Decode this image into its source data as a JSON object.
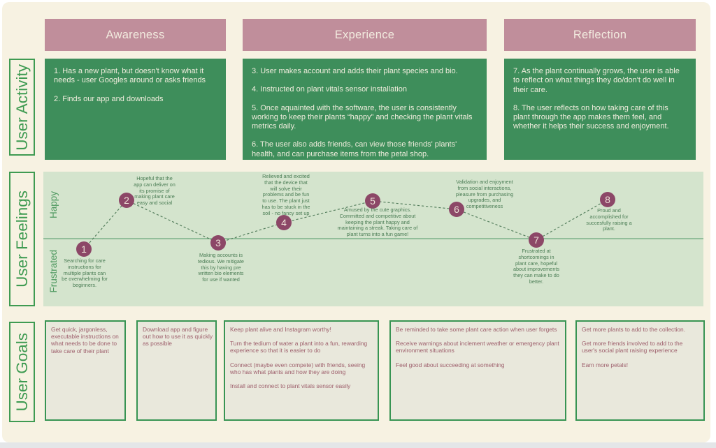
{
  "phases": {
    "awareness": "Awareness",
    "experience": "Experience",
    "reflection": "Reflection"
  },
  "row_labels": {
    "activity": "User Activity",
    "feelings": "User Feelings",
    "goals": "User Goals"
  },
  "activity": {
    "awareness": [
      "1. Has a new plant, but doesn't know what it needs - user Googles around or asks friends",
      "2. Finds our app and downloads"
    ],
    "experience": [
      "3. User makes account and adds their plant species and bio.",
      "4. Instructed on plant vitals sensor installation",
      "5. Once aquainted with the software, the user is consistently working to keep their plants “happy” and checking the plant vitals metrics daily.",
      "6. The user also adds friends, can view those friends' plants' health, and can purchase items from the petal shop."
    ],
    "reflection": [
      "7. As the plant continually grows, the user is able to reflect on what things they do/don't do well in their care.",
      "8. The user reflects on how taking care of this plant through the app makes them feel, and whether it helps their success and enjoyment."
    ]
  },
  "feelings": {
    "happy_label": "Happy",
    "frustrated_label": "Frustrated",
    "points": [
      {
        "num": "1",
        "note": "Searching for care\ninstructions for\nmultiple plants can\nbe overwhelming for\nbeginners."
      },
      {
        "num": "2",
        "note": "Hopeful that the\napp can deliver on\nits promise of\nmaking plant care\neasy and social"
      },
      {
        "num": "3",
        "note": "Making accounts is\ntedious. We mitigate\nthis by having pre\nwritten bio elements\nfor use if wanted"
      },
      {
        "num": "4",
        "note": "Relieved and excited\nthat the device that\nwill solve their\nproblems and be fun\nto use. The plant just\nhas to be stuck in the\nsoil - no fancy set up"
      },
      {
        "num": "5",
        "note": "Amused by the cute graphics.\nCommitted and competitive about\nkeeping the plant happy and\nmaintaining a streak. Taking care of\nplant turns into a fun game!"
      },
      {
        "num": "6",
        "note": "Validation and enjoyment\nfrom social interactions,\npleasure from purchasing\nupgrades, and\ncompetitiveness"
      },
      {
        "num": "7",
        "note": "Frustrated at\nshortcomings in\nplant care, hopeful\nabout improvements\nthey can make to do\nbetter."
      },
      {
        "num": "8",
        "note": "Proud and\naccomplished for\nsuccesfully raising a\nplant."
      }
    ]
  },
  "goals": {
    "box1": [
      "Get quick, jargonless, executable instructions on what needs to be done to take care of their plant"
    ],
    "box2": [
      "Download app and figure out how to use it as quickly as possible"
    ],
    "box3": [
      "Keep plant alive and Instagram worthy!",
      "Turn the tedium of water a plant into a fun, rewarding experience so that it is easier to do",
      "Connect (maybe even compete) with friends, seeing who has what plants and how they are doing",
      "Install and connect to plant vitals sensor easily"
    ],
    "box4": [
      "Be reminded to take some plant care action when user forgets",
      "Receive warnings about inclement weather or emergency plant environment situations",
      "Feel good about succeeding at something"
    ],
    "box5": [
      "Get more plants to add to the collection.",
      "Get more friends involved to add to the user's social plant raising experience",
      "Earn more petals!"
    ]
  },
  "colors": {
    "background": "#f7f2e2",
    "phase_header": "#c08e9b",
    "activity_box": "#3e8e5b",
    "feelings_band": "#d4e4cd",
    "accent_green": "#3f9b52",
    "circle": "#8c4767",
    "note_text": "#4b7d55",
    "goal_text": "#9d5e6b"
  }
}
